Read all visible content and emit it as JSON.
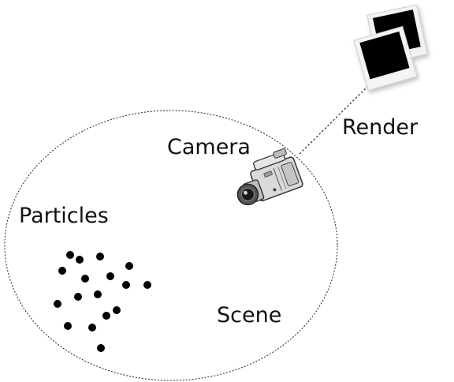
{
  "labels": {
    "camera": "Camera",
    "render": "Render",
    "particles": "Particles",
    "scene": "Scene"
  },
  "colors": {
    "ink": "#111111",
    "photo_frame": "#f2f2f2",
    "photo_image": "#000000",
    "camera_body": "#d9d9d9"
  },
  "icons": {
    "camera": "camcorder-icon",
    "render": "photo-stack-icon"
  }
}
